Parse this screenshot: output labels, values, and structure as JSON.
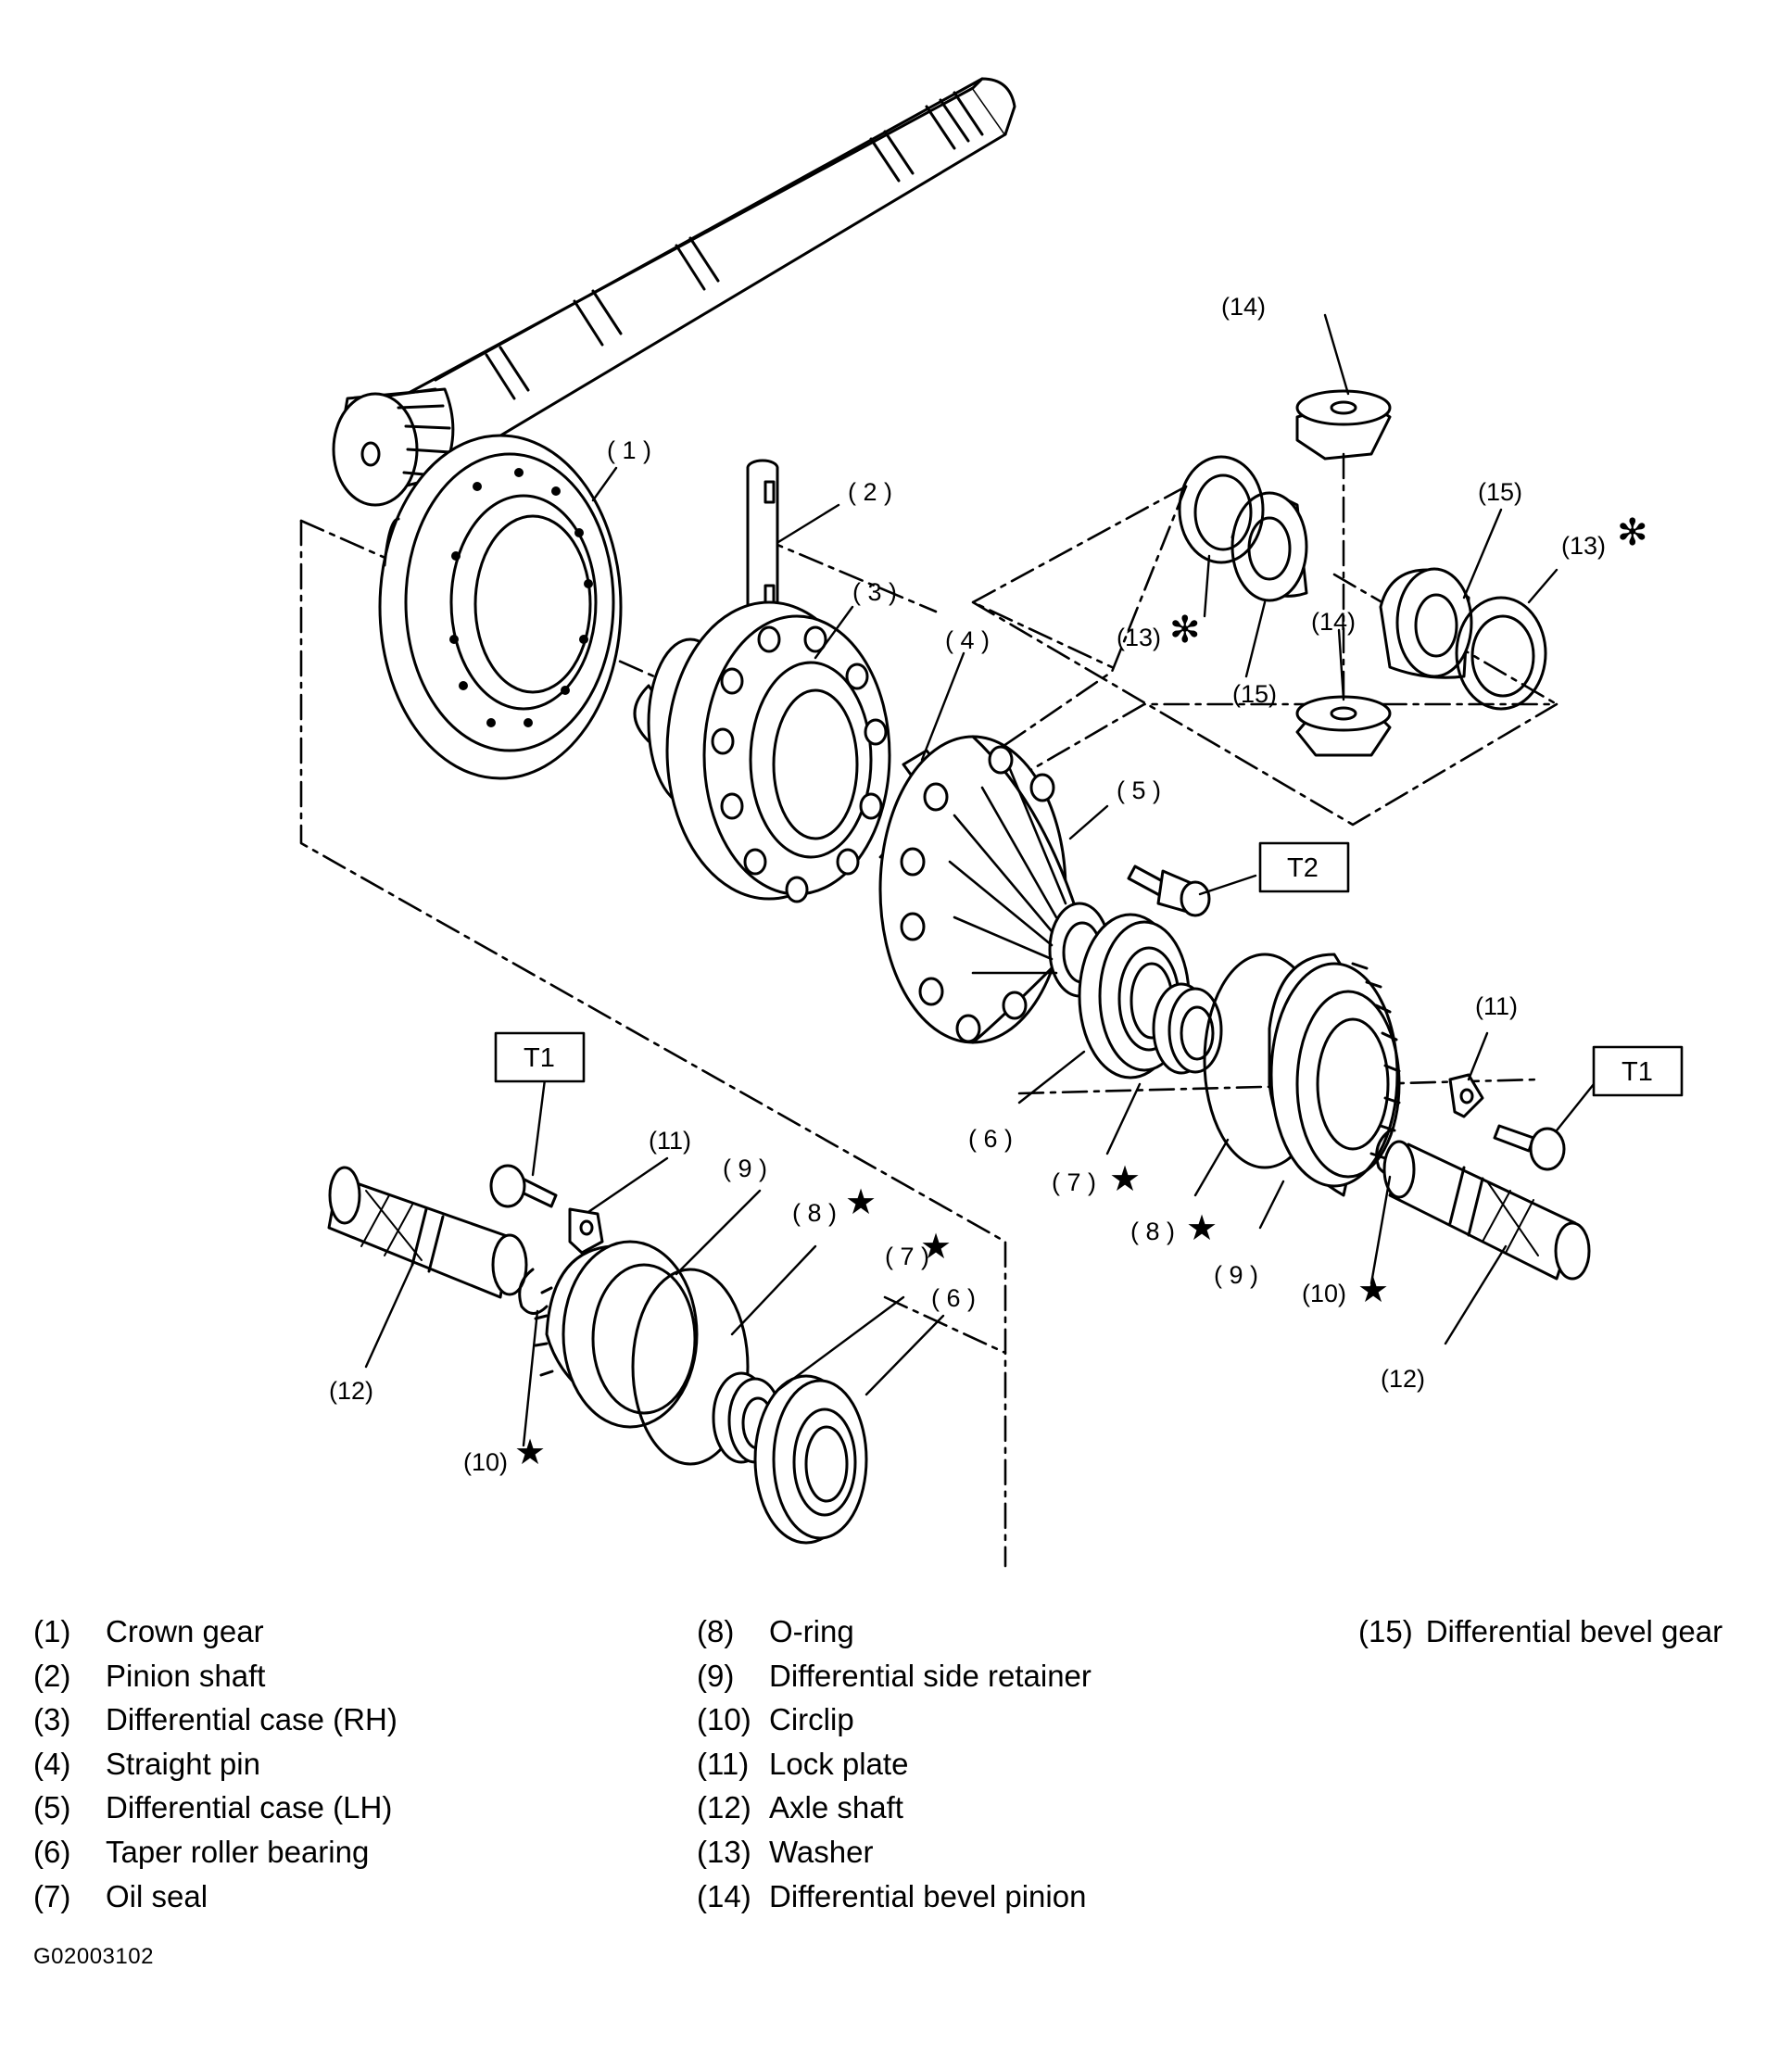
{
  "figure_code": "G02003102",
  "callouts": [
    {
      "id": "c1",
      "text": "( 1 )"
    },
    {
      "id": "c2",
      "text": "( 2 )"
    },
    {
      "id": "c3",
      "text": "( 3 )"
    },
    {
      "id": "c4",
      "text": "( 4 )"
    },
    {
      "id": "c5",
      "text": "( 5 )"
    },
    {
      "id": "c6a",
      "text": "( 6 )"
    },
    {
      "id": "c6b",
      "text": "( 6 )"
    },
    {
      "id": "c7a",
      "text": "( 7 )"
    },
    {
      "id": "c7b",
      "text": "( 7 )"
    },
    {
      "id": "c8a",
      "text": "( 8 )"
    },
    {
      "id": "c8b",
      "text": "( 8 )"
    },
    {
      "id": "c9a",
      "text": "( 9 )"
    },
    {
      "id": "c9b",
      "text": "( 9 )"
    },
    {
      "id": "c10a",
      "text": "(10)"
    },
    {
      "id": "c10b",
      "text": "(10)"
    },
    {
      "id": "c11a",
      "text": "(11)"
    },
    {
      "id": "c11b",
      "text": "(11)"
    },
    {
      "id": "c12a",
      "text": "(12)"
    },
    {
      "id": "c12b",
      "text": "(12)"
    },
    {
      "id": "c13a",
      "text": "(13)"
    },
    {
      "id": "c13b",
      "text": "(13)"
    },
    {
      "id": "c14a",
      "text": "(14)"
    },
    {
      "id": "c14b",
      "text": "(14)"
    },
    {
      "id": "c15a",
      "text": "(15)"
    },
    {
      "id": "c15b",
      "text": "(15)"
    }
  ],
  "torque_labels": [
    {
      "id": "t1a",
      "text": "T1"
    },
    {
      "id": "t1b",
      "text": "T1"
    },
    {
      "id": "t2",
      "text": "T2"
    }
  ],
  "symbols": {
    "star": "★",
    "asterisk": "✻"
  },
  "legend": [
    {
      "num": "(1)",
      "name": "Crown gear"
    },
    {
      "num": "(2)",
      "name": "Pinion shaft"
    },
    {
      "num": "(3)",
      "name": "Differential case (RH)"
    },
    {
      "num": "(4)",
      "name": "Straight pin"
    },
    {
      "num": "(5)",
      "name": "Differential case (LH)"
    },
    {
      "num": "(6)",
      "name": "Taper roller bearing"
    },
    {
      "num": "(7)",
      "name": "Oil seal"
    },
    {
      "num": "(8)",
      "name": "O-ring"
    },
    {
      "num": "(9)",
      "name": "Differential side retainer"
    },
    {
      "num": "(10)",
      "name": "Circlip"
    },
    {
      "num": "(11)",
      "name": "Lock plate"
    },
    {
      "num": "(12)",
      "name": "Axle shaft"
    },
    {
      "num": "(13)",
      "name": "Washer"
    },
    {
      "num": "(14)",
      "name": "Differential bevel pinion"
    },
    {
      "num": "(15)",
      "name": "Differential bevel gear"
    }
  ]
}
